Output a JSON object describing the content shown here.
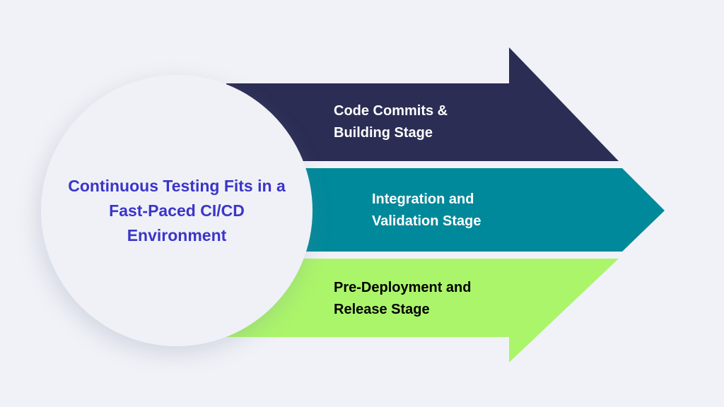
{
  "title": "Continuous Testing Fits in a Fast-Paced CI/CD Environment",
  "stages": [
    {
      "line1": "Code Commits &",
      "line2": "Building Stage",
      "color": "#2b2d54"
    },
    {
      "line1": "Integration and",
      "line2": "Validation Stage",
      "color": "#00899a"
    },
    {
      "line1": "Pre-Deployment and",
      "line2": "Release Stage",
      "color": "#abf56b"
    }
  ]
}
